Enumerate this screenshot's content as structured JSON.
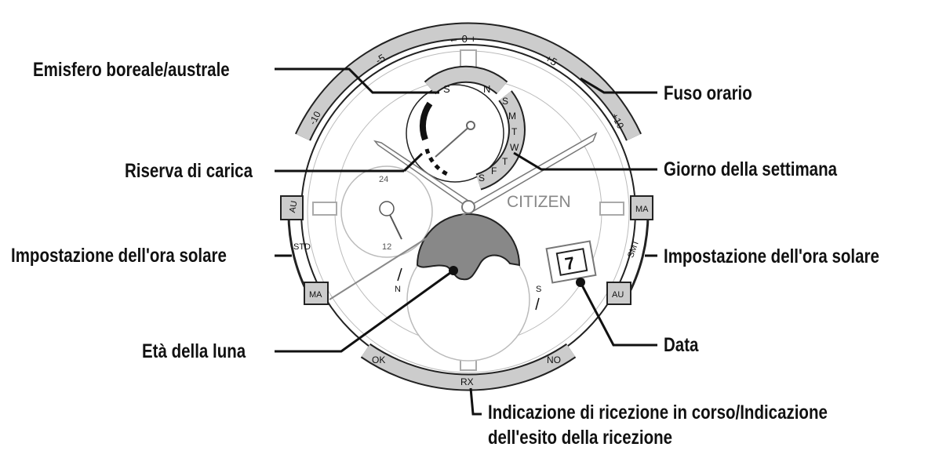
{
  "callouts": {
    "hemisphere": "Emisfero boreale/australe",
    "power_reserve": "Riserva di carica",
    "dst_left": "Impostazione dell'ora solare",
    "moon_age": "Età della luna",
    "time_zone": "Fuso orario",
    "day_of_week": "Giorno della settimana",
    "dst_right": "Impostazione dell'ora solare",
    "date": "Data",
    "reception_line1": "Indicazione di ricezione in corso/Indicazione",
    "reception_line2": "dell'esito della ricezione"
  },
  "dial": {
    "brand": "CITIZEN",
    "date_value": "7",
    "bezel_offsets": {
      "center": "← 0 +",
      "minus5": "-5",
      "plus5": "+5",
      "minus10": "-10",
      "plus10": "+10"
    },
    "hemisphere_marks": {
      "south": "S",
      "north": "N"
    },
    "weekdays": [
      "S",
      "M",
      "T",
      "W",
      "T",
      "F",
      "S"
    ],
    "subdial": {
      "top": "24",
      "bottom": "12"
    },
    "dst_left_marks": [
      "AU",
      "STD",
      "MA"
    ],
    "dst_right_marks": [
      "MA",
      "SMT",
      "AU"
    ],
    "reception_marks": {
      "ok": "OK",
      "rx": "RX",
      "no": "NO"
    },
    "moon_hemispheres": {
      "left": "N",
      "right": "S"
    }
  }
}
